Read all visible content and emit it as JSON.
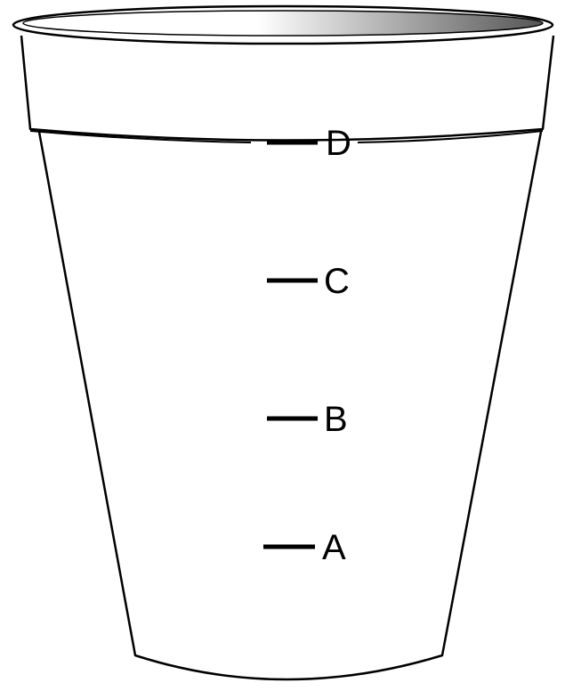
{
  "figure": {
    "marks": [
      {
        "id": "d",
        "label": "D"
      },
      {
        "id": "c",
        "label": "C"
      },
      {
        "id": "b",
        "label": "B"
      },
      {
        "id": "a",
        "label": "A"
      }
    ],
    "colors": {
      "outline": "#000000",
      "fill": "#ffffff",
      "rim_gradient_start": "#ffffff",
      "rim_gradient_end": "#555555"
    }
  }
}
